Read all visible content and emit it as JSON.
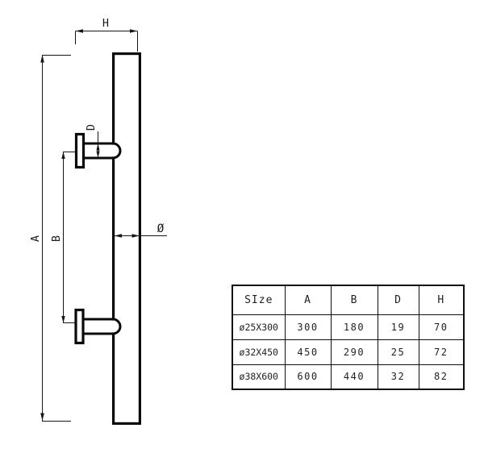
{
  "drawing": {
    "labels": {
      "h": "H",
      "a": "A",
      "b": "B",
      "d": "D",
      "diameter": "Ø"
    }
  },
  "table": {
    "headers": [
      "SIze",
      "A",
      "B",
      "D",
      "H"
    ],
    "rows": [
      [
        "ø25X300",
        "300",
        "180",
        "19",
        "70"
      ],
      [
        "ø32X450",
        "450",
        "290",
        "25",
        "72"
      ],
      [
        "ø38X600",
        "600",
        "440",
        "32",
        "82"
      ]
    ]
  }
}
